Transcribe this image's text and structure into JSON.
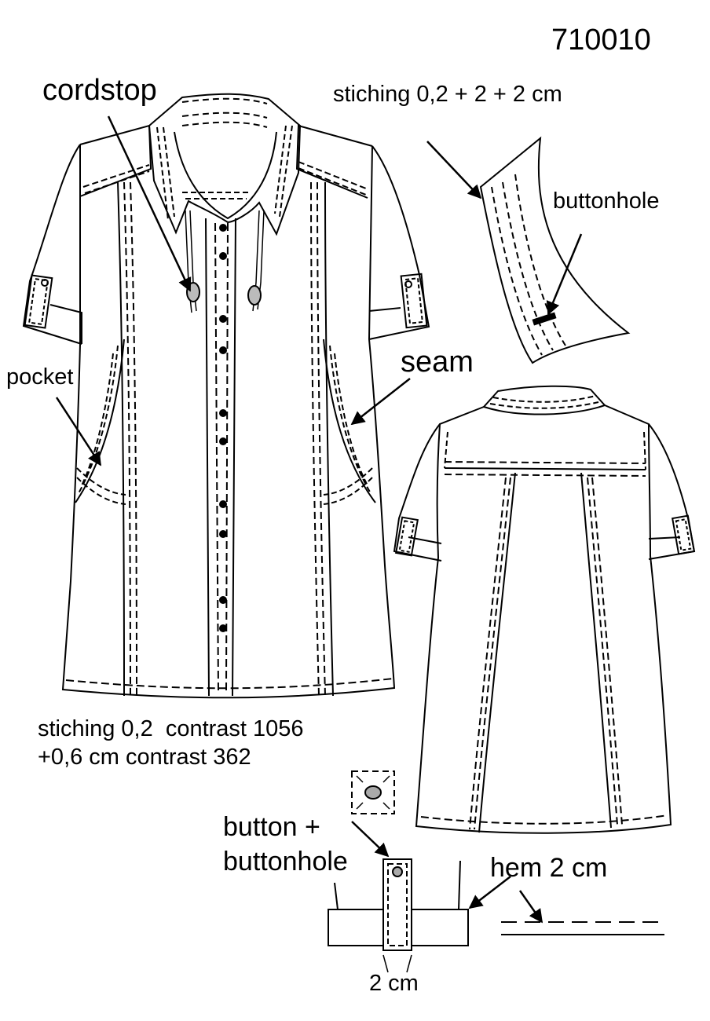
{
  "sheet": {
    "style_number": "710010"
  },
  "labels": {
    "cordstop": "cordstop",
    "collar_stitching": "stiching 0,2 + 2 + 2 cm",
    "buttonhole": "buttonhole",
    "seam": "seam",
    "pocket": "pocket",
    "stitching_line1": "stiching 0,2  contrast 1056",
    "stitching_line2": "+0,6 cm contrast 362",
    "button_line1": "button +",
    "button_line2": "buttonhole",
    "hem": "hem 2 cm",
    "tab_width": "2 cm"
  },
  "views": {
    "front": "front-view",
    "back": "back-view",
    "collar_detail": "collar-detail",
    "sleeve_tab_detail": "sleeve-tab-detail",
    "hem_detail": "hem-detail"
  }
}
